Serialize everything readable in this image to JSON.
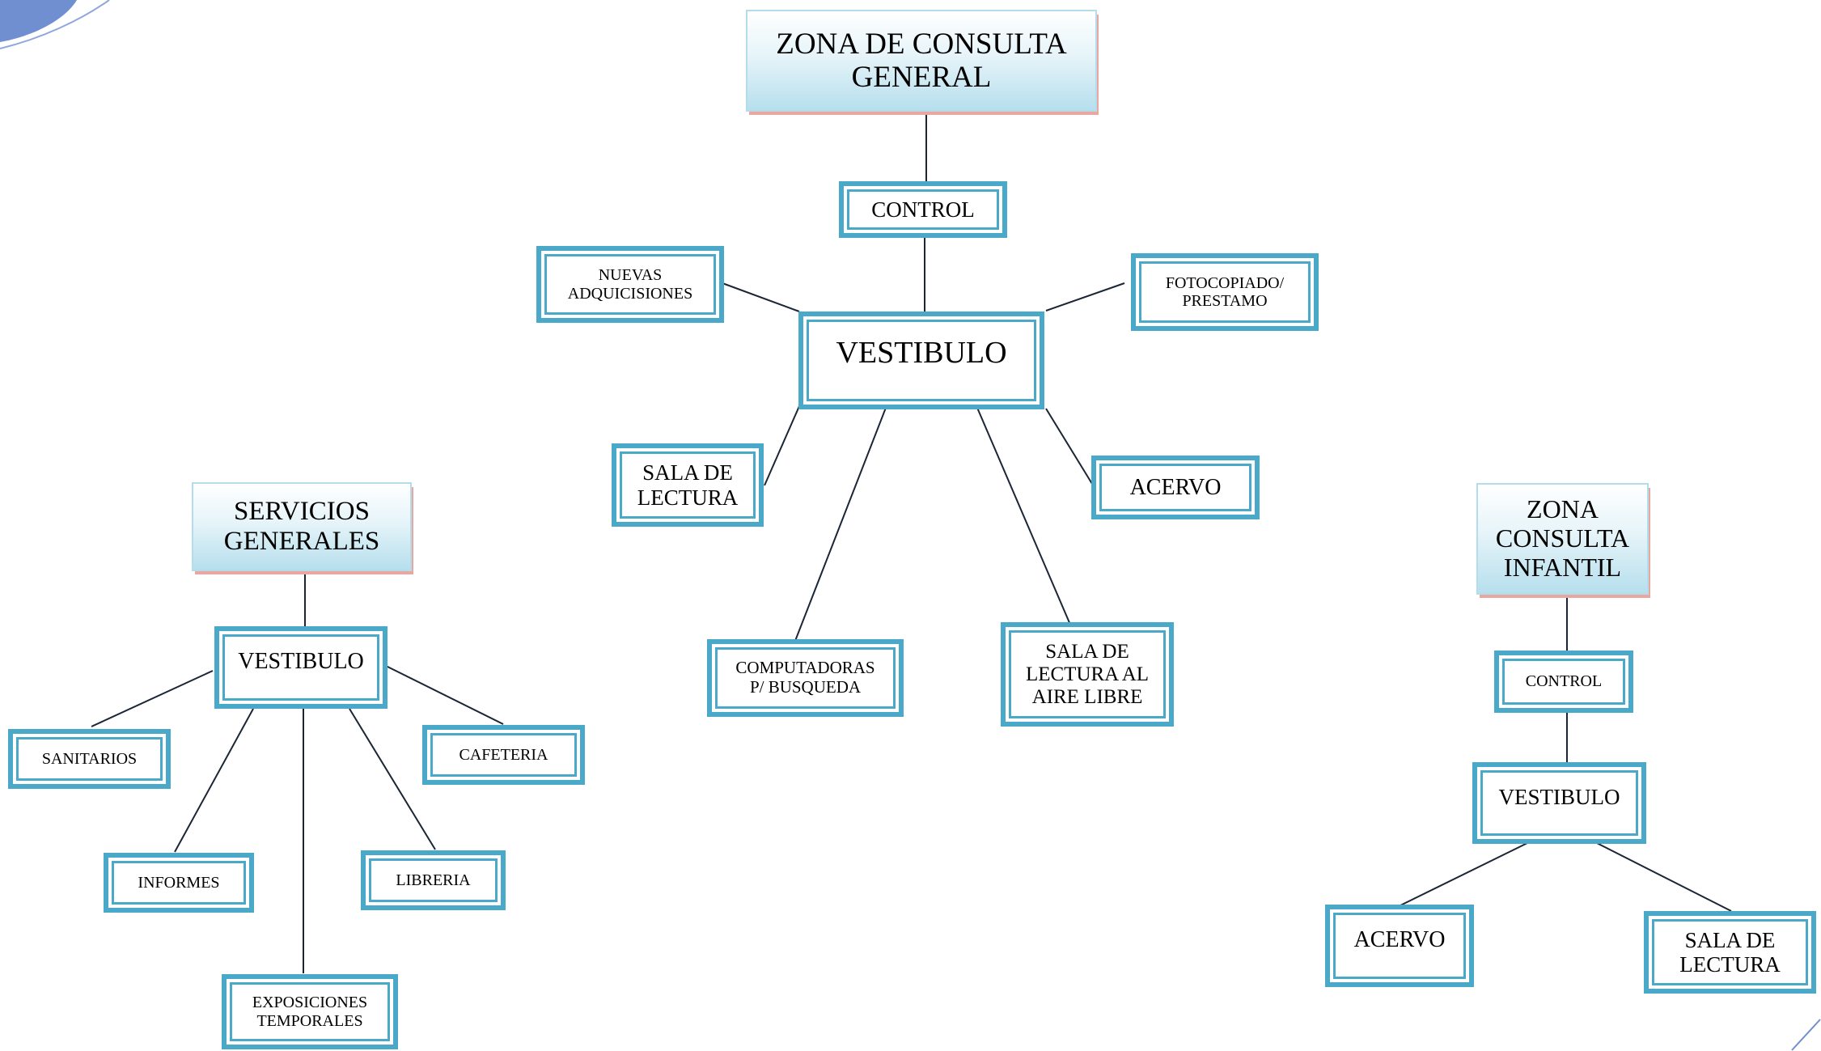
{
  "colors": {
    "box_border": "#4aa9c8",
    "header_fill": "#b6dfed",
    "header_shadow": "#e9a7a0",
    "connector": "#1a2535"
  },
  "general": {
    "title": "ZONA DE CONSULTA\nGENERAL",
    "control": "CONTROL",
    "vestibulo": "VESTIBULO",
    "nuevas": "NUEVAS\nADQUICISIONES",
    "fotocopiado": "FOTOCOPIADO/\nPRESTAMO",
    "sala_lectura": "SALA DE\nLECTURA",
    "acervo": "ACERVO",
    "computadoras": "COMPUTADORAS\nP/ BUSQUEDA",
    "sala_aire": "SALA DE\nLECTURA AL\nAIRE LIBRE"
  },
  "servicios": {
    "title": "SERVICIOS\nGENERALES",
    "vestibulo": "VESTIBULO",
    "sanitarios": "SANITARIOS",
    "cafeteria": "CAFETERIA",
    "informes": "INFORMES",
    "libreria": "LIBRERIA",
    "exposiciones": "EXPOSICIONES\nTEMPORALES"
  },
  "infantil": {
    "title": "ZONA\nCONSULTA\nINFANTIL",
    "control": "CONTROL",
    "vestibulo": "VESTIBULO",
    "acervo": "ACERVO",
    "sala_lectura": "SALA DE\nLECTURA"
  }
}
